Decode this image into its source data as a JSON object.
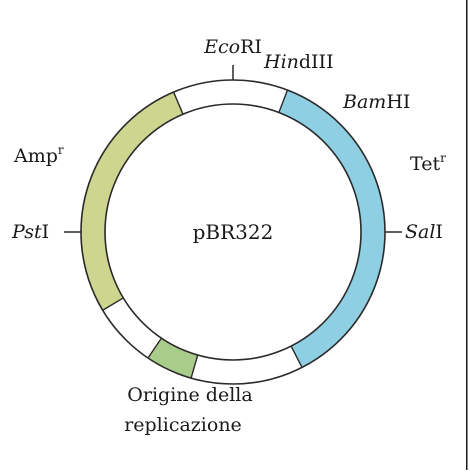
{
  "plasmid": {
    "name": "pBR322",
    "colors": {
      "amp": "#cdd58f",
      "tet": "#8fcfe3",
      "origin": "#a9cc8a",
      "outline": "#2a2a2a",
      "backbone": "#ffffff"
    }
  },
  "genes": {
    "amp": {
      "name": "Amp",
      "sup": "r"
    },
    "tet": {
      "name": "Tet",
      "sup": "r"
    }
  },
  "origin": {
    "line1": "Origine della",
    "line2": "replicazione"
  },
  "sites": {
    "ecori": {
      "italic": "Eco",
      "plain": "RI"
    },
    "hindiii": {
      "italic": "Hin",
      "plain": "dIII"
    },
    "bamhi": {
      "italic": "Bam",
      "plain": "HI"
    },
    "sali": {
      "italic": "Sal",
      "plain": "I"
    },
    "psti": {
      "italic": "Pst",
      "plain": "I"
    }
  }
}
